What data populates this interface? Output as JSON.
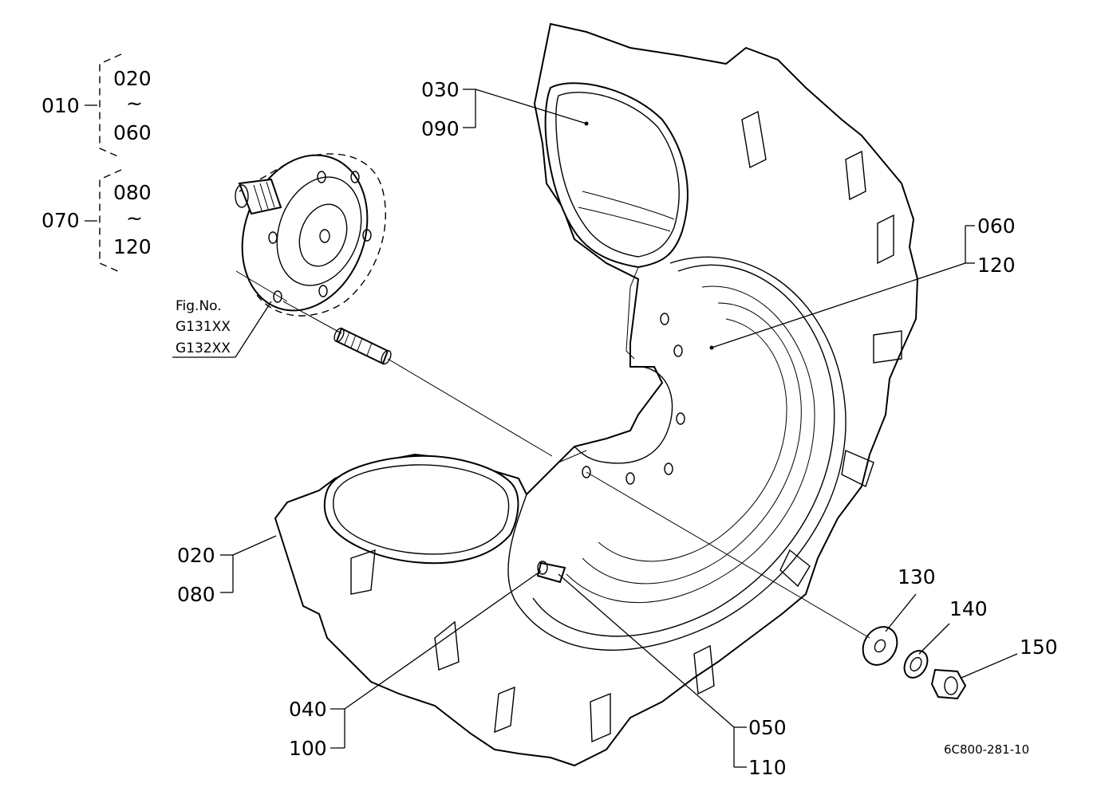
{
  "labels": {
    "g010": "010",
    "g010_from": "020",
    "g010_tilde": "~",
    "g010_to": "060",
    "g070": "070",
    "g070_from": "080",
    "g070_tilde": "~",
    "g070_to": "120",
    "fig_no": "Fig.No.",
    "fig_1": "G131XX",
    "fig_2": "G132XX",
    "p030": "030",
    "p090": "090",
    "p060": "060",
    "p120": "120",
    "p020": "020",
    "p080": "080",
    "p040": "040",
    "p100": "100",
    "p050": "050",
    "p110": "110",
    "p130": "130",
    "p140": "140",
    "p150": "150",
    "drawing_code": "6C800-281-10"
  }
}
